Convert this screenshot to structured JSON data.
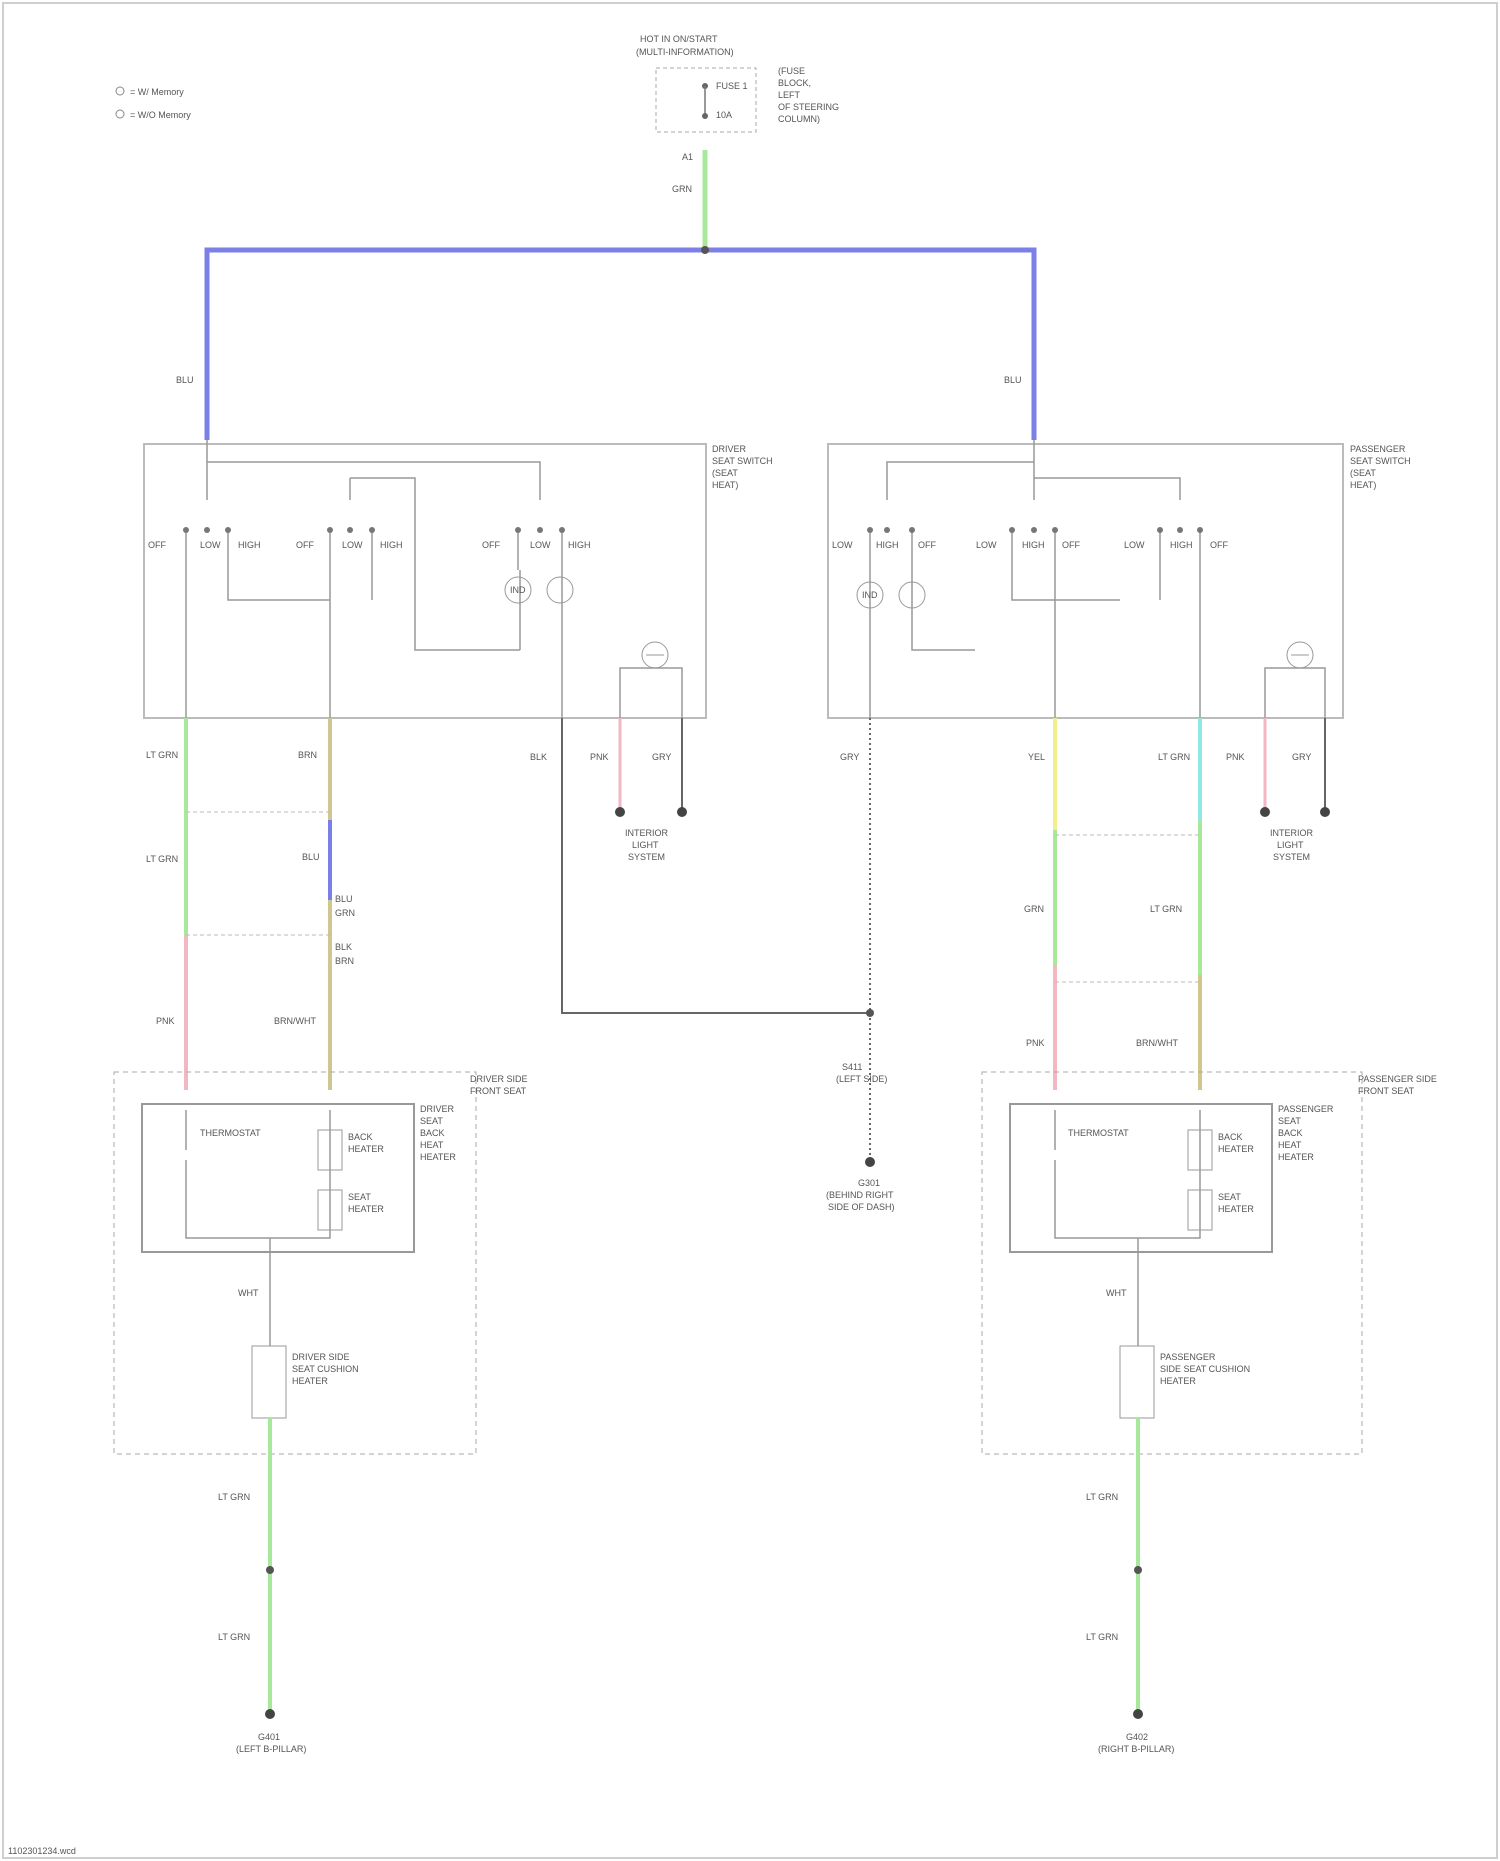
{
  "title": "",
  "legend": [
    "= W/ Memory",
    "= W/O Memory"
  ],
  "fuse_block": {
    "header": [
      "HOT IN ON/START",
      "(MULTI-INFORMATION)"
    ],
    "fuse_label": "FUSE 1",
    "rating": "10A",
    "location": [
      "(FUSE",
      "BLOCK,",
      "LEFT",
      "OF STEERING",
      "COLUMN)"
    ],
    "terminal": "A1",
    "wire": "GRN"
  },
  "colors": {
    "wire_blue": "#7b7fe6",
    "wire_green": "#a8e89a",
    "wire_pink": "#f2b7c2",
    "wire_yellow": "#f3ef8a",
    "wire_cyan": "#8fe8e8",
    "wire_tan": "#cfc690",
    "frame": "#b9b9b9",
    "wire_black": "#666666"
  },
  "driver_switch": {
    "title": [
      "DRIVER",
      "SEAT SWITCH",
      "(SEAT",
      "HEAT)"
    ],
    "feed_wire": "BLU",
    "contacts": [
      "OFF",
      "LOW",
      "HIGH",
      "OFF",
      "LOW",
      "HIGH",
      "OFF",
      "LOW",
      "HIGH"
    ],
    "lamp_label": "IND"
  },
  "passenger_switch": {
    "title": [
      "PASSENGER",
      "SEAT SWITCH",
      "(SEAT",
      "HEAT)"
    ],
    "feed_wire": "BLU",
    "contacts": [
      "LOW",
      "HIGH",
      "OFF",
      "LOW",
      "HIGH",
      "OFF",
      "LOW",
      "HIGH",
      "OFF"
    ],
    "lamp_label": "IND"
  },
  "driver_lower": {
    "wires": [
      "LT GRN",
      "LT GRN",
      "BRN",
      "BLU",
      "PNK",
      "BRN/WHT"
    ],
    "conn_labels": [
      "BLU",
      "GRN",
      "BLK",
      "BRN"
    ],
    "illum": [
      "INTERIOR",
      "LIGHT",
      "SYSTEM"
    ],
    "illum_wires": [
      "PNK",
      "GRY"
    ],
    "heater_box": [
      "DRIVER SIDE",
      "FRONT SEAT"
    ],
    "thermostat": "THERMOSTAT",
    "seat_heater_title": [
      "DRIVER",
      "SEAT",
      "BACK",
      "HEAT",
      "HEATER"
    ],
    "back_heater": [
      "BACK",
      "HEATER"
    ],
    "seat_heater": [
      "SEAT",
      "HEATER"
    ],
    "cushion": [
      "DRIVER SIDE",
      "SEAT CUSHION",
      "HEATER"
    ],
    "heater_wire": "WHT",
    "ground_wires": [
      "LT GRN",
      "LT GRN"
    ],
    "ground": [
      "G401",
      "(LEFT B-PILLAR)"
    ]
  },
  "passenger_lower": {
    "wires": [
      "YEL",
      "LT GRN",
      "GRN",
      "LT GRN",
      "PNK",
      "BRN/WHT"
    ],
    "illum": [
      "INTERIOR",
      "LIGHT",
      "SYSTEM"
    ],
    "illum_wires": [
      "PNK",
      "GRY"
    ],
    "heater_box": [
      "PASSENGER SIDE",
      "FRONT SEAT"
    ],
    "thermostat": "THERMOSTAT",
    "seat_heater_title": [
      "PASSENGER",
      "SEAT",
      "BACK",
      "HEAT",
      "HEATER"
    ],
    "back_heater": [
      "BACK",
      "HEATER"
    ],
    "seat_heater": [
      "SEAT",
      "HEATER"
    ],
    "cushion": [
      "PASSENGER",
      "SIDE SEAT CUSHION",
      "HEATER"
    ],
    "heater_wire": "WHT",
    "ground_wires": [
      "LT GRN",
      "LT GRN"
    ],
    "ground": [
      "G402",
      "(RIGHT B-PILLAR)"
    ]
  },
  "center_ground": {
    "wires": [
      "BLK",
      "GRY"
    ],
    "splice": [
      "S411",
      "(LEFT SIDE)"
    ],
    "ground": [
      "G301",
      "(BEHIND RIGHT",
      "SIDE OF DASH)"
    ]
  },
  "footer_code": "1102301234.wcd"
}
